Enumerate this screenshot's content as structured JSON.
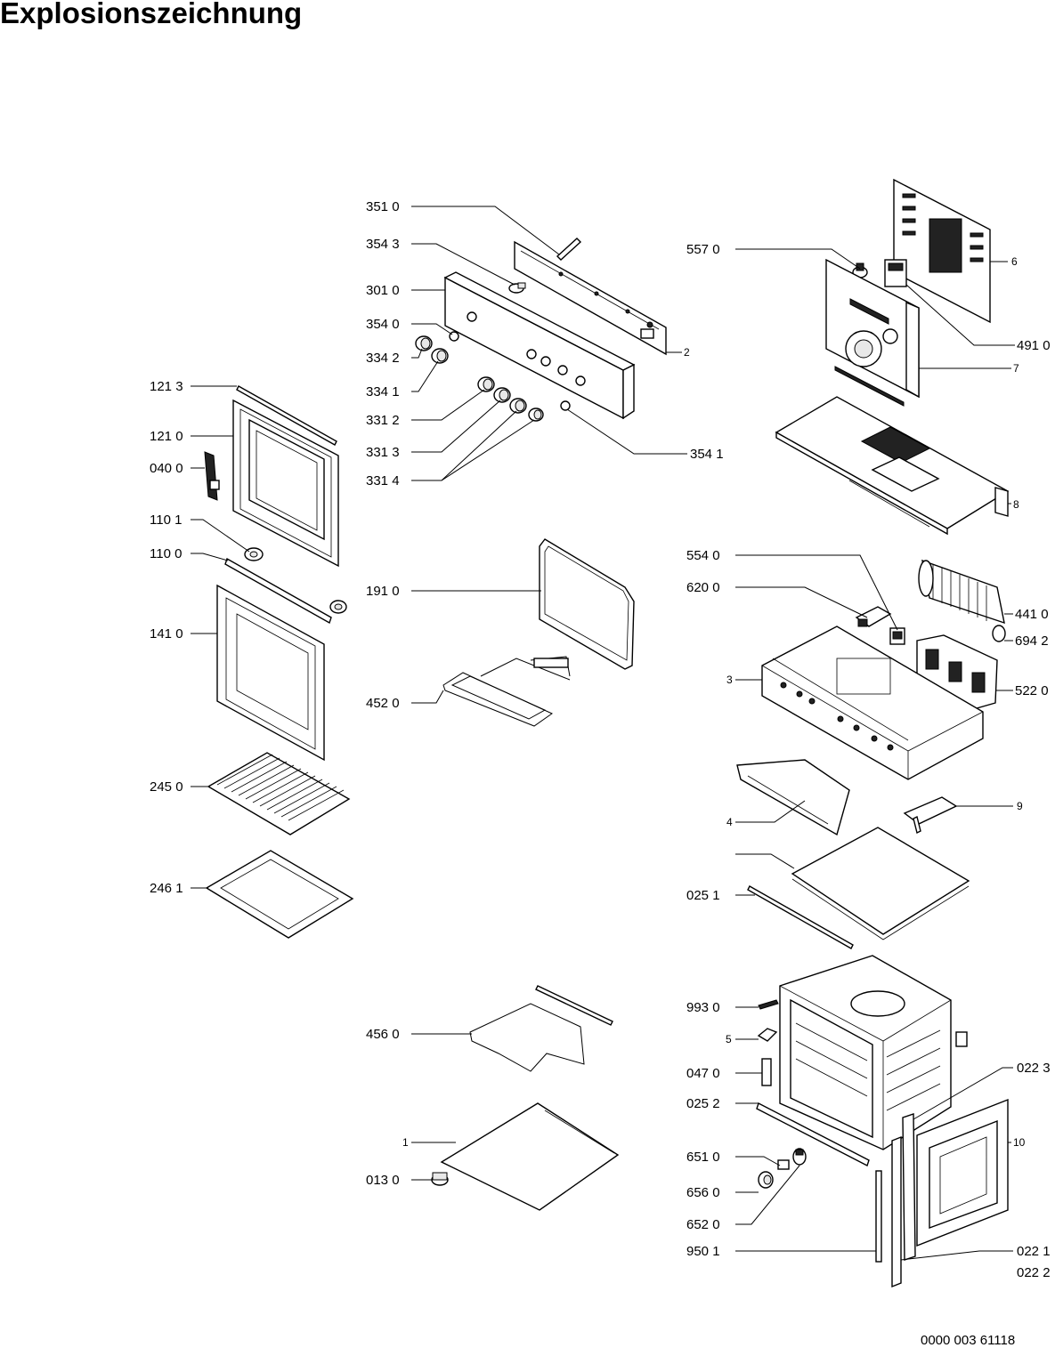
{
  "title": "Explosionszeichnung",
  "document_number": "0000 003 61118",
  "part_labels": [
    {
      "id": "l3510",
      "text": "351 0"
    },
    {
      "id": "l3543",
      "text": "354 3"
    },
    {
      "id": "l3010",
      "text": "301 0"
    },
    {
      "id": "l3540",
      "text": "354 0"
    },
    {
      "id": "l3342",
      "text": "334 2"
    },
    {
      "id": "l3341",
      "text": "334 1"
    },
    {
      "id": "l3312",
      "text": "331 2"
    },
    {
      "id": "l3313",
      "text": "331 3"
    },
    {
      "id": "l3314",
      "text": "331 4"
    },
    {
      "id": "l3541",
      "text": "354 1"
    },
    {
      "id": "l2",
      "text": "2"
    },
    {
      "id": "l1213",
      "text": "121 3"
    },
    {
      "id": "l1210",
      "text": "121 0"
    },
    {
      "id": "l0400",
      "text": "040 0"
    },
    {
      "id": "l1101",
      "text": "110 1"
    },
    {
      "id": "l1100",
      "text": "110 0"
    },
    {
      "id": "l1410",
      "text": "141 0"
    },
    {
      "id": "l2450",
      "text": "245 0"
    },
    {
      "id": "l2461",
      "text": "246 1"
    },
    {
      "id": "l1910",
      "text": "191 0"
    },
    {
      "id": "l4520",
      "text": "452 0"
    },
    {
      "id": "l4560",
      "text": "456 0"
    },
    {
      "id": "l1",
      "text": "1"
    },
    {
      "id": "l0130",
      "text": "013 0"
    },
    {
      "id": "l5570",
      "text": "557 0"
    },
    {
      "id": "l6",
      "text": "6"
    },
    {
      "id": "l4910",
      "text": "491 0"
    },
    {
      "id": "l7",
      "text": "7"
    },
    {
      "id": "l8",
      "text": "8"
    },
    {
      "id": "l5540",
      "text": "554 0"
    },
    {
      "id": "l6200",
      "text": "620 0"
    },
    {
      "id": "l4410",
      "text": "441 0"
    },
    {
      "id": "l6942",
      "text": "694 2"
    },
    {
      "id": "l3",
      "text": "3"
    },
    {
      "id": "l5220",
      "text": "522 0"
    },
    {
      "id": "l4",
      "text": "4"
    },
    {
      "id": "l9",
      "text": "9"
    },
    {
      "id": "l0251",
      "text": "025 1"
    },
    {
      "id": "l9930",
      "text": "993 0"
    },
    {
      "id": "l5",
      "text": "5"
    },
    {
      "id": "l0470",
      "text": "047 0"
    },
    {
      "id": "l0223",
      "text": "022 3"
    },
    {
      "id": "l0252",
      "text": "025 2"
    },
    {
      "id": "l10",
      "text": "10"
    },
    {
      "id": "l6510",
      "text": "651 0"
    },
    {
      "id": "l6560",
      "text": "656 0"
    },
    {
      "id": "l6520",
      "text": "652 0"
    },
    {
      "id": "l9501",
      "text": "950 1"
    },
    {
      "id": "l0221",
      "text": "022 1"
    },
    {
      "id": "l0222",
      "text": "022 2"
    }
  ]
}
